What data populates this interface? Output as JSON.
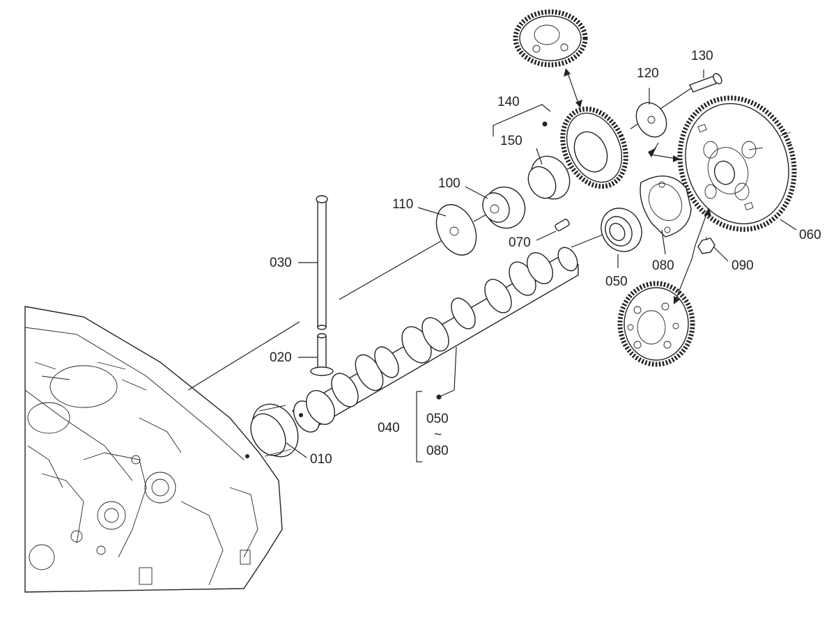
{
  "labels": {
    "p010": "010",
    "p020": "020",
    "p030": "030",
    "p040": "040",
    "p050_top": "050",
    "p050_bottom": "050",
    "tilde": "~",
    "p060": "060",
    "p070": "070",
    "p080_bottom": "080",
    "p080_right": "080",
    "p090": "090",
    "p100": "100",
    "p110": "110",
    "p120": "120",
    "p130": "130",
    "p140": "140",
    "p150": "150"
  }
}
